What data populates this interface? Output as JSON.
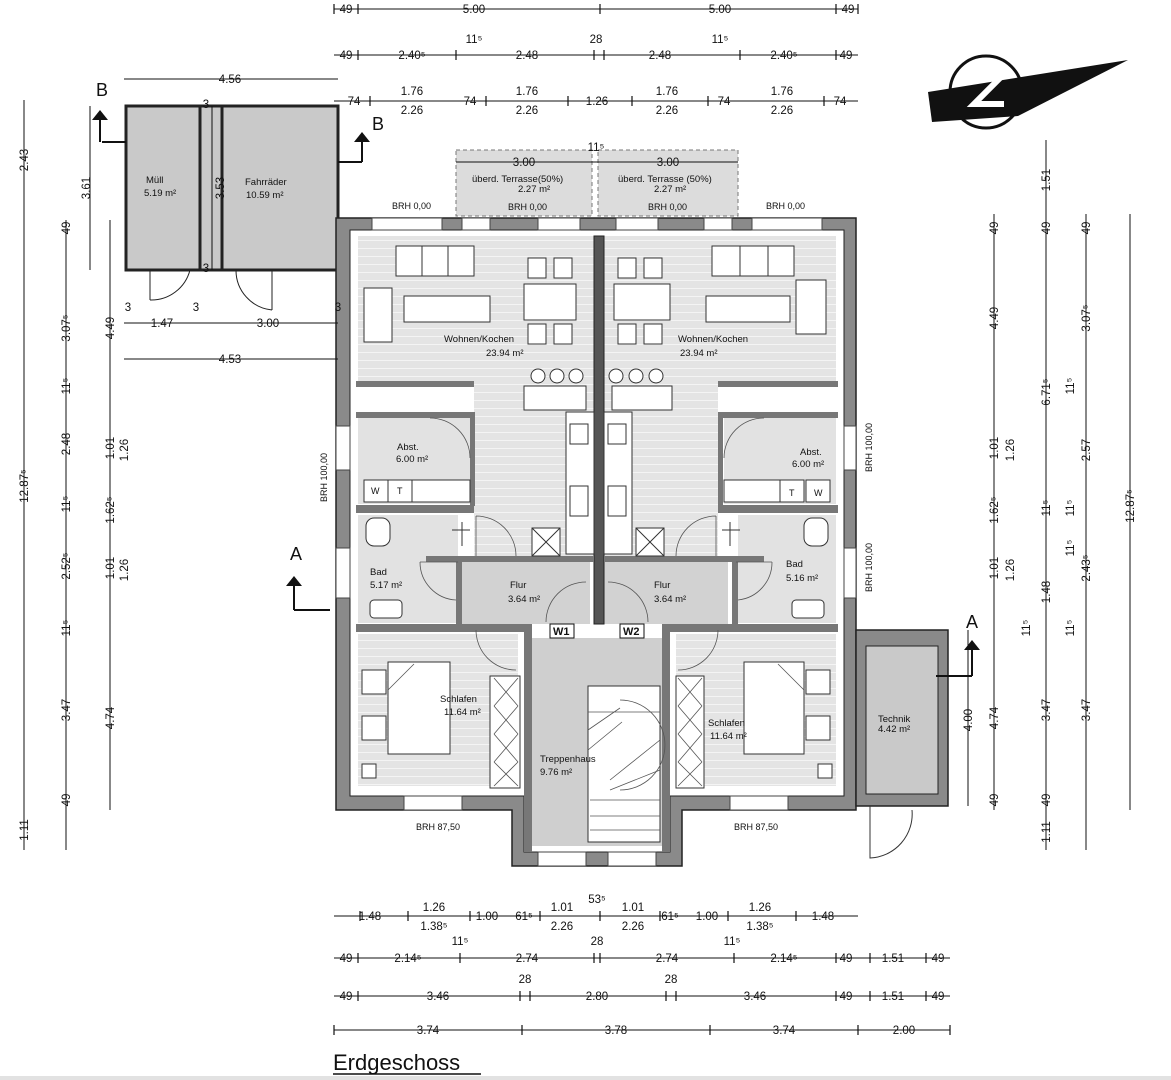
{
  "title": "Erdgeschoss",
  "rooms": {
    "muell": {
      "name": "Müll",
      "area": "5.19 m²"
    },
    "fahrraeder": {
      "name": "Fahrräder",
      "area": "10.59 m²"
    },
    "terrasse_l": {
      "name": "überd. Terrasse(50%)",
      "area": "2.27 m²"
    },
    "terrasse_r": {
      "name": "überd. Terrasse (50%)",
      "area": "2.27 m²"
    },
    "wohnen_l": {
      "name": "Wohnen/Kochen",
      "area": "23.94 m²"
    },
    "wohnen_r": {
      "name": "Wohnen/Kochen",
      "area": "23.94 m²"
    },
    "abst_l": {
      "name": "Abst.",
      "area": "6.00 m²"
    },
    "abst_r": {
      "name": "Abst.",
      "area": "6.00 m²"
    },
    "bad_l": {
      "name": "Bad",
      "area": "5.17 m²"
    },
    "bad_r": {
      "name": "Bad",
      "area": "5.16 m²"
    },
    "flur_l": {
      "name": "Flur",
      "area": "3.64 m²"
    },
    "flur_r": {
      "name": "Flur",
      "area": "3.64 m²"
    },
    "schlafen_l": {
      "name": "Schlafen",
      "area": "11.64 m²"
    },
    "schlafen_r": {
      "name": "Schlafen",
      "area": "11.64 m²"
    },
    "treppenhaus": {
      "name": "Treppenhaus",
      "area": "9.76 m²"
    },
    "technik": {
      "name": "Technik",
      "area": "4.42 m²"
    }
  },
  "brh": {
    "top": [
      "BRH 0,00",
      "BRH 0,00",
      "BRH 0,00",
      "BRH 0,00"
    ],
    "side_left": "BRH 100,00",
    "side_right_upper": "BRH 100,00",
    "side_right_lower": "BRH 100,00",
    "bottom_left": "BRH 87,50",
    "bottom_right": "BRH 87,50"
  },
  "washer": {
    "w": "W",
    "t": "T"
  },
  "windows": [
    "W1",
    "W2"
  ],
  "section_marks": {
    "a": "A",
    "b": "B"
  },
  "top_dims": {
    "row1": [
      "49",
      "5.00",
      "5.00",
      "49"
    ],
    "row2": [
      "49",
      "2.40⁵",
      "11⁵",
      "2.48",
      "28",
      "2.48",
      "11⁵",
      "2.40⁵",
      "49"
    ],
    "row3_top": [
      "1.76",
      "1.76",
      "1.76",
      "1.76"
    ],
    "row3_bottom": [
      "74",
      "2.26",
      "74",
      "2.26",
      "1.26",
      "2.26",
      "74",
      "2.26",
      "74"
    ],
    "terrace": [
      "3.00",
      "11⁵",
      "3.00"
    ]
  },
  "annex_dims": {
    "width_top": "4.56",
    "width_mid": [
      "3",
      "1.47",
      "3",
      "3.00",
      "3"
    ],
    "width_bottom": "4.53",
    "muell_h": "3.61",
    "fahr_h": "3.53",
    "wall3": [
      "3",
      "3"
    ]
  },
  "left_dims": {
    "col_outer": [
      "2.43",
      "12.87⁵",
      "1.11"
    ],
    "col_mid": [
      "49",
      "3.07⁵",
      "11⁵",
      "2.48",
      "11⁵",
      "2.52⁵",
      "11⁵",
      "3.47",
      "49"
    ],
    "col_inner": [
      "4.49",
      "1.01",
      "1.26",
      "1.62⁵",
      "1.01",
      "1.26",
      "4.74"
    ]
  },
  "right_dims": {
    "col_a": [
      "49",
      "4.49",
      "1.01",
      "1.26",
      "1.62⁵",
      "1.01",
      "1.26",
      "4.00",
      "4.74",
      "49"
    ],
    "col_b": [
      "1.51",
      "49",
      "6.71⁵",
      "11⁵",
      "11⁵",
      "1.48",
      "11⁵",
      "3.47",
      "49",
      "1.11"
    ],
    "col_c": [
      "49",
      "3.07⁵",
      "11⁵",
      "2.57",
      "11⁵",
      "2.43⁵",
      "11⁵",
      "3.47"
    ],
    "col_d": [
      "12.87⁵"
    ]
  },
  "bottom_dims": {
    "row1_top": [
      "1.26",
      "1.01",
      "53⁵",
      "1.01",
      "1.26"
    ],
    "row1_bottom": [
      "1.48",
      "1.38⁵",
      "1.00",
      "61⁵",
      "2.26",
      "2.26",
      "61⁵",
      "1.00",
      "1.38⁵",
      "1.48"
    ],
    "row2": [
      "49",
      "2.14⁵",
      "11⁵",
      "2.74",
      "28",
      "2.74",
      "11⁵",
      "2.14⁵",
      "49",
      "1.51",
      "49"
    ],
    "row3": [
      "49",
      "3.46",
      "28",
      "2.80",
      "28",
      "3.46",
      "49",
      "1.51",
      "49"
    ],
    "row4": [
      "3.74",
      "3.78",
      "3.74",
      "2.00"
    ]
  }
}
